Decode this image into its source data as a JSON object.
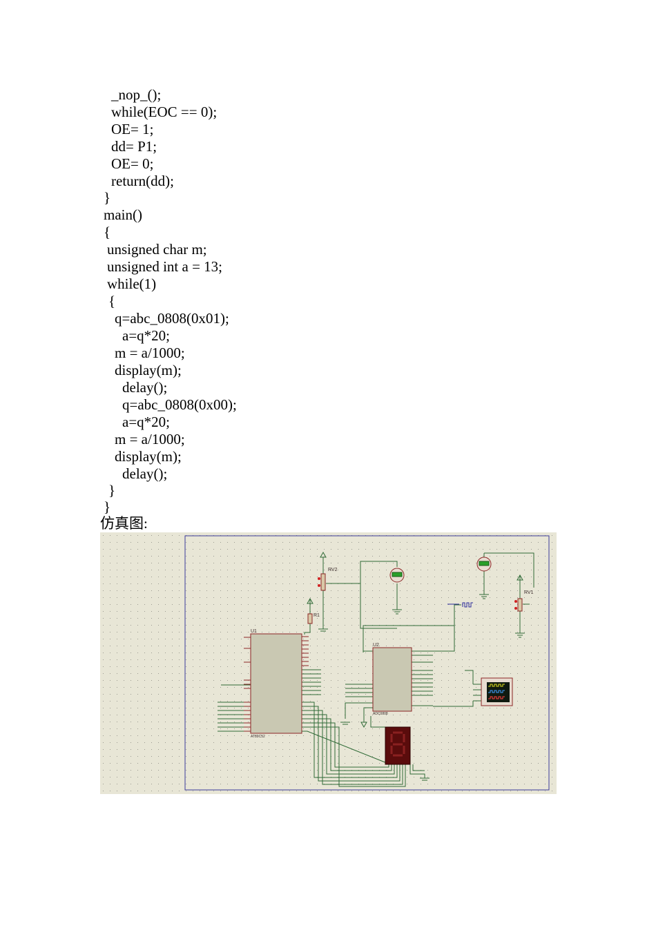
{
  "code_lines": [
    "_nop_();",
    "while(EOC == 0);",
    "OE= 1;",
    "dd= P1;",
    "OE= 0;",
    "return(dd);",
    "}",
    "main()",
    "{",
    "unsigned char m;",
    "unsigned int a = 13;",
    "while(1)",
    "{",
    "q=abc_0808(0x01);",
    "a=q*20;",
    "m = a/1000;",
    "display(m);",
    "delay();",
    "q=abc_0808(0x00);",
    "a=q*20;",
    "m = a/1000;",
    "display(m);",
    "delay();",
    "}",
    "}"
  ],
  "caption": "仿真图:",
  "schematic": {
    "labels": {
      "u1": "U1",
      "u1_part": "AT89C52",
      "u2": "U2",
      "u2_part": "ADC0808",
      "rv1": "RV1",
      "rv2": "RV2",
      "r1": "R1"
    },
    "colors": {
      "background": "#e8e6d6",
      "frame": "#3a3a9a",
      "wire": "#2f6a36",
      "component": "#8b2525",
      "chip_fill": "#c9c8b2"
    }
  }
}
